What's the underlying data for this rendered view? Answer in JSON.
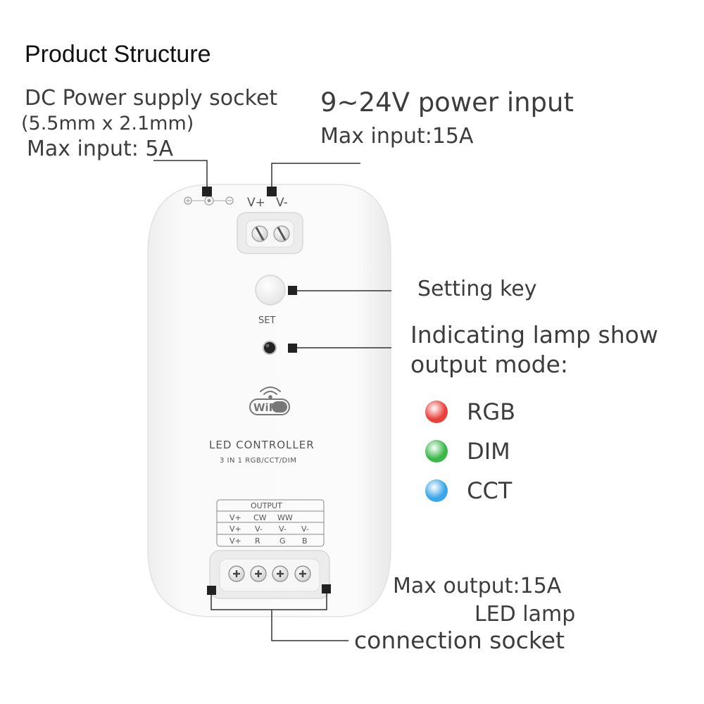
{
  "title": "Product Structure",
  "dc_socket": {
    "line1": "DC Power supply socket",
    "line2": "(5.5mm x 2.1mm)",
    "line3": "Max input: 5A"
  },
  "power_input": {
    "line1": "9~24V  power input",
    "line2": "Max input:15A"
  },
  "setting_key": "Setting key",
  "indicator": {
    "line1": "Indicating lamp show",
    "line2": "output mode:",
    "modes": [
      {
        "label": "RGB",
        "color": "#e8403a"
      },
      {
        "label": "DIM",
        "color": "#3ab84a"
      },
      {
        "label": "CCT",
        "color": "#3aa6e8"
      }
    ]
  },
  "max_output": "Max output:15A",
  "led_lamp": "LED lamp",
  "connection_socket": "connection socket",
  "device": {
    "top_terminal_labels": [
      "V+",
      "V-"
    ],
    "set_label": "SET",
    "wifi_label": "WiFi",
    "model_line1": "LED CONTROLLER",
    "model_line2": "3 IN 1 RGB/CCT/DIM",
    "output_table": {
      "header": "OUTPUT",
      "rows": [
        [
          "V+",
          "CW",
          "WW",
          ""
        ],
        [
          "V+",
          "V-",
          "V-",
          "V-"
        ],
        [
          "V+",
          "R",
          "G",
          "B"
        ]
      ]
    }
  }
}
